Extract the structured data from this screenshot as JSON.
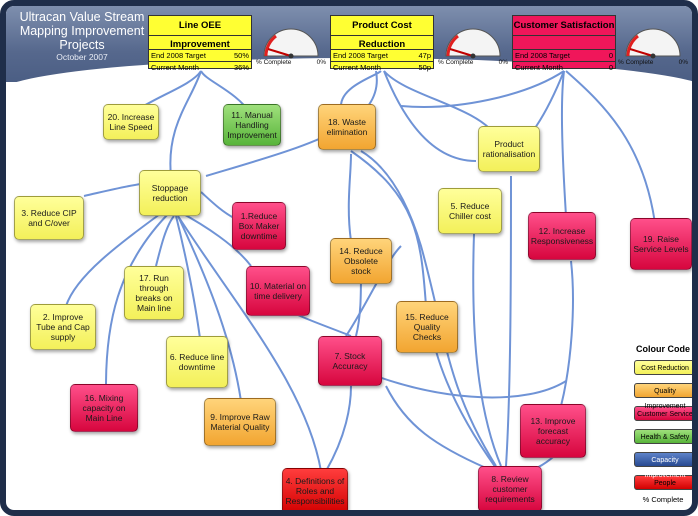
{
  "header": {
    "title_lines": [
      "Ultracan Value Stream",
      "Mapping Improvement",
      "Projects"
    ],
    "date": "October 2007"
  },
  "kpis": [
    {
      "title": "Line OEE Improvement",
      "row1_label": "End 2008 Target",
      "row1_value": "50%",
      "row2_label": "Current Month",
      "row2_value": "36%",
      "color": "#ffff33",
      "gauge": {
        "label": "% Complete",
        "value_label": "0%",
        "percent": 0
      }
    },
    {
      "title": "Product Cost Reduction",
      "row1_label": "End 2008 Target",
      "row1_value": "47p",
      "row2_label": "Current Month",
      "row2_value": "50p",
      "color": "#ffff33",
      "gauge": {
        "label": "% Complete",
        "value_label": "0%",
        "percent": 0
      }
    },
    {
      "title": "Customer Satisfaction",
      "row1_label": "End 2008 Target",
      "row1_value": "0",
      "row2_label": "Current Month",
      "row2_value": "0",
      "color": "#f0165a",
      "gauge": {
        "label": "% Complete",
        "value_label": "0%",
        "percent": 0
      }
    }
  ],
  "nodes": {
    "n20": {
      "label": "20. Increase Line Speed",
      "category": "cost"
    },
    "n11": {
      "label": "11. Manual Handling Improvement",
      "category": "health"
    },
    "n18": {
      "label": "18. Waste elimination",
      "category": "quality"
    },
    "prod": {
      "label": "Product rationalisation",
      "category": "cost"
    },
    "stop": {
      "label": "Stoppage reduction",
      "category": "cost"
    },
    "n3": {
      "label": "3. Reduce CIP and C/over",
      "category": "cost"
    },
    "n1": {
      "label": "1.Reduce Box Maker downtime",
      "category": "service"
    },
    "n5": {
      "label": "5. Reduce Chiller cost",
      "category": "cost"
    },
    "n12": {
      "label": "12. Increase Responsiveness",
      "category": "service"
    },
    "n19": {
      "label": "19. Raise Service Levels",
      "category": "service"
    },
    "n14": {
      "label": "14. Reduce Obsolete stock",
      "category": "quality"
    },
    "n17": {
      "label": "17. Run through breaks on Main line",
      "category": "cost"
    },
    "n10": {
      "label": "10. Material on time delivery",
      "category": "service"
    },
    "n2": {
      "label": "2. Improve Tube and Cap supply",
      "category": "cost"
    },
    "n15": {
      "label": "15. Reduce Quality Checks",
      "category": "quality"
    },
    "n6": {
      "label": "6. Reduce line downtime",
      "category": "cost"
    },
    "n7": {
      "label": "7. Stock Accuracy",
      "category": "service"
    },
    "n16": {
      "label": "16. Mixing capacity on Main Line",
      "category": "service"
    },
    "n9": {
      "label": "9. Improve Raw Material Quality",
      "category": "quality"
    },
    "n13": {
      "label": "13. Improve forecast accuracy",
      "category": "service"
    },
    "n4": {
      "label": "4. Definitions of Roles and Responsibilities",
      "category": "people"
    },
    "n8": {
      "label": "8. Review customer requirements",
      "category": "service"
    }
  },
  "legend": {
    "title": "Colour Code",
    "items": [
      {
        "label": "Cost Reduction",
        "category": "cost"
      },
      {
        "label": "Quality Improvement",
        "category": "quality"
      },
      {
        "label": "Customer Service",
        "category": "service"
      },
      {
        "label": "Health & Safety",
        "category": "health"
      },
      {
        "label": "Capacity Improvement",
        "category": "capacity"
      },
      {
        "label": "People",
        "category": "people"
      }
    ],
    "percent_label": "% Complete"
  },
  "colors": {
    "header": "#5a6c90",
    "connector": "#6f93d6",
    "cost": "#f7f45f",
    "quality": "#f5ad3c",
    "service": "#e0134d",
    "health": "#66bb44",
    "capacity": "#2f55a0",
    "people": "#e00000"
  }
}
